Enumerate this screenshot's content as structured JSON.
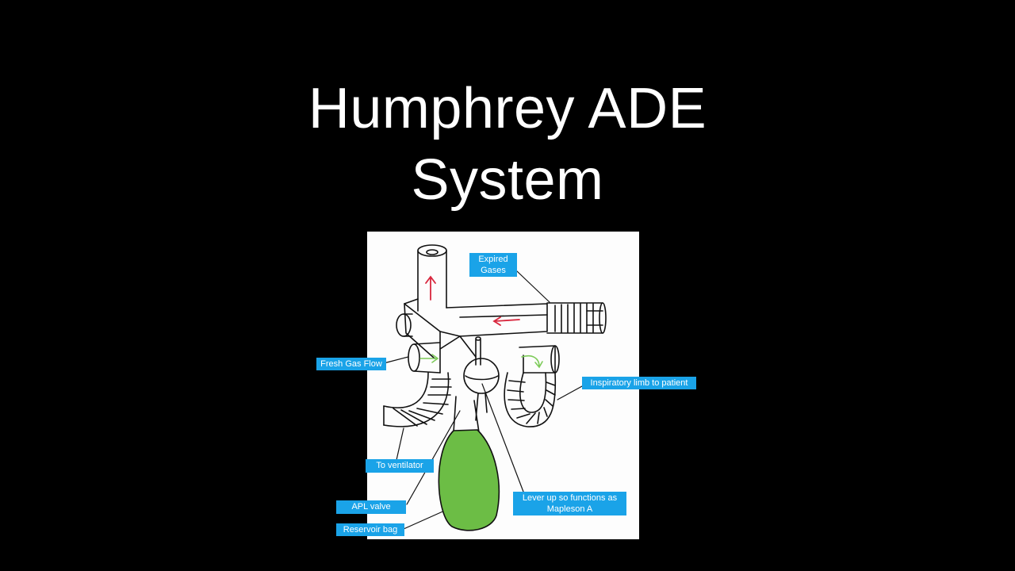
{
  "title": {
    "line1": "Humphrey ADE",
    "line2": "System"
  },
  "diagram": {
    "labels": {
      "expired_gases": "Expired\nGases",
      "fresh_gas_flow": "Fresh Gas Flow",
      "inspiratory_limb": "Inspiratory limb to patient",
      "to_ventilator": "To ventilator",
      "apl_valve": "APL valve",
      "reservoir_bag": "Reservoir bag",
      "lever": "Lever up so functions as\nMapleson A"
    },
    "colors": {
      "label_bg": "#1aa3e8",
      "reservoir_bag": "#6cbd45",
      "arrow_red": "#d8263d",
      "arrow_green": "#7ecb5a"
    }
  }
}
